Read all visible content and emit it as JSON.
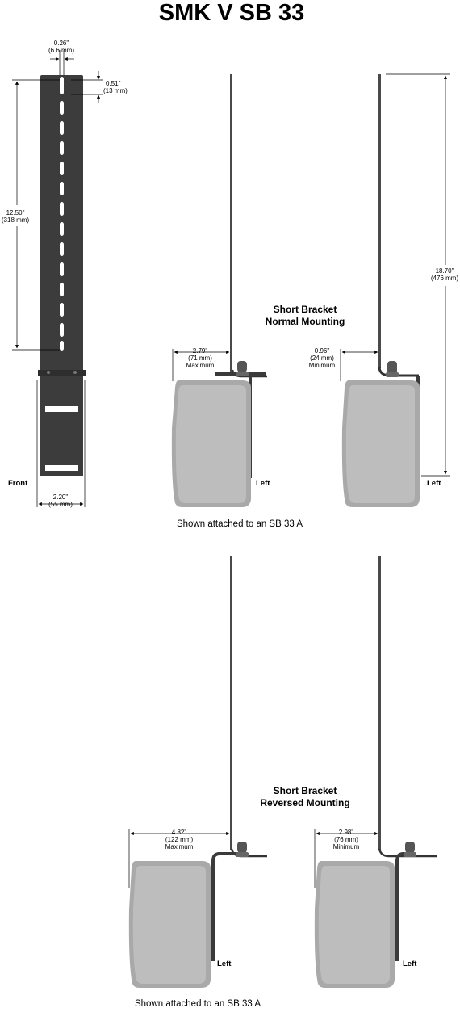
{
  "title": "SMK V SB 33",
  "bracket_dims": {
    "hole_width": "0.26\"",
    "hole_width_mm": "(6.6 mm)",
    "top_offset": "0.51\"",
    "top_offset_mm": "(13 mm)",
    "slot_span": "12.50\"",
    "slot_span_mm": "(318 mm)",
    "width": "2.20\"",
    "width_mm": "(55 mm)",
    "front_label": "Front"
  },
  "normal": {
    "heading_1": "Short Bracket",
    "heading_2": "Normal Mounting",
    "max_dim": "2.79\"",
    "max_dim_mm": "(71 mm)",
    "max_word": "Maximum",
    "min_dim": "0.96\"",
    "min_dim_mm": "(24 mm)",
    "min_word": "Minimum",
    "height_dim": "18.70\"",
    "height_dim_mm": "(476 mm)",
    "left_label": "Left",
    "caption": "Shown attached to an SB 33 A"
  },
  "reversed": {
    "heading_1": "Short Bracket",
    "heading_2": "Reversed Mounting",
    "max_dim": "4.82\"",
    "max_dim_mm": "(122 mm)",
    "max_word": "Maximum",
    "min_dim": "2.98\"",
    "min_dim_mm": "(76 mm)",
    "min_word": "Minimum",
    "left_label": "Left",
    "caption": "Shown attached to an SB 33 A"
  },
  "colors": {
    "bracket": "#3c3c3c",
    "speaker_body": "#a9a9a9",
    "speaker_face": "#bdbdbd",
    "rod": "#4a4a4a"
  }
}
